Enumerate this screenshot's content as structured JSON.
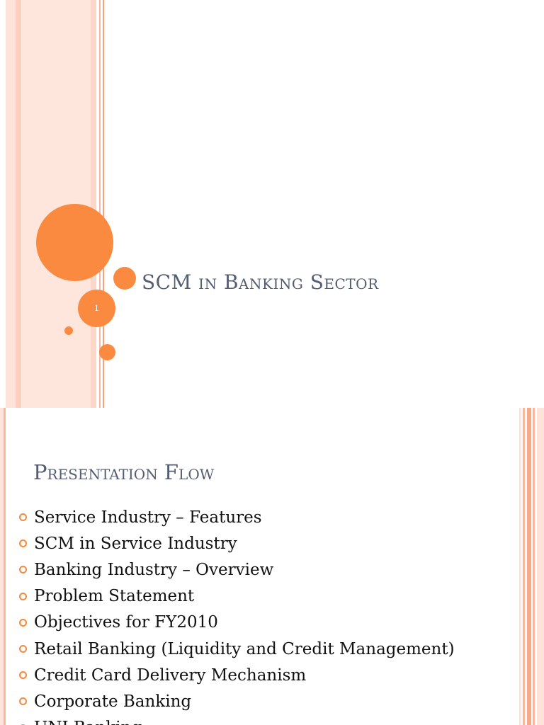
{
  "slide1": {
    "title": "SCM in Banking Sector",
    "slide_number": "1"
  },
  "slide2": {
    "title": "Presentation Flow",
    "bullets": [
      "Service Industry – Features",
      "SCM in Service Industry",
      "Banking Industry – Overview",
      "Problem Statement",
      "Objectives for FY2010",
      "Retail Banking (Liquidity and Credit Management)",
      "Credit Card Delivery Mechanism",
      "Corporate Banking",
      "UNI Banking"
    ]
  },
  "colors": {
    "accent": "#fa8a3f",
    "title": "#545d72",
    "stripe_light": "#fde3da",
    "stripe_mid": "#f7b89f"
  }
}
